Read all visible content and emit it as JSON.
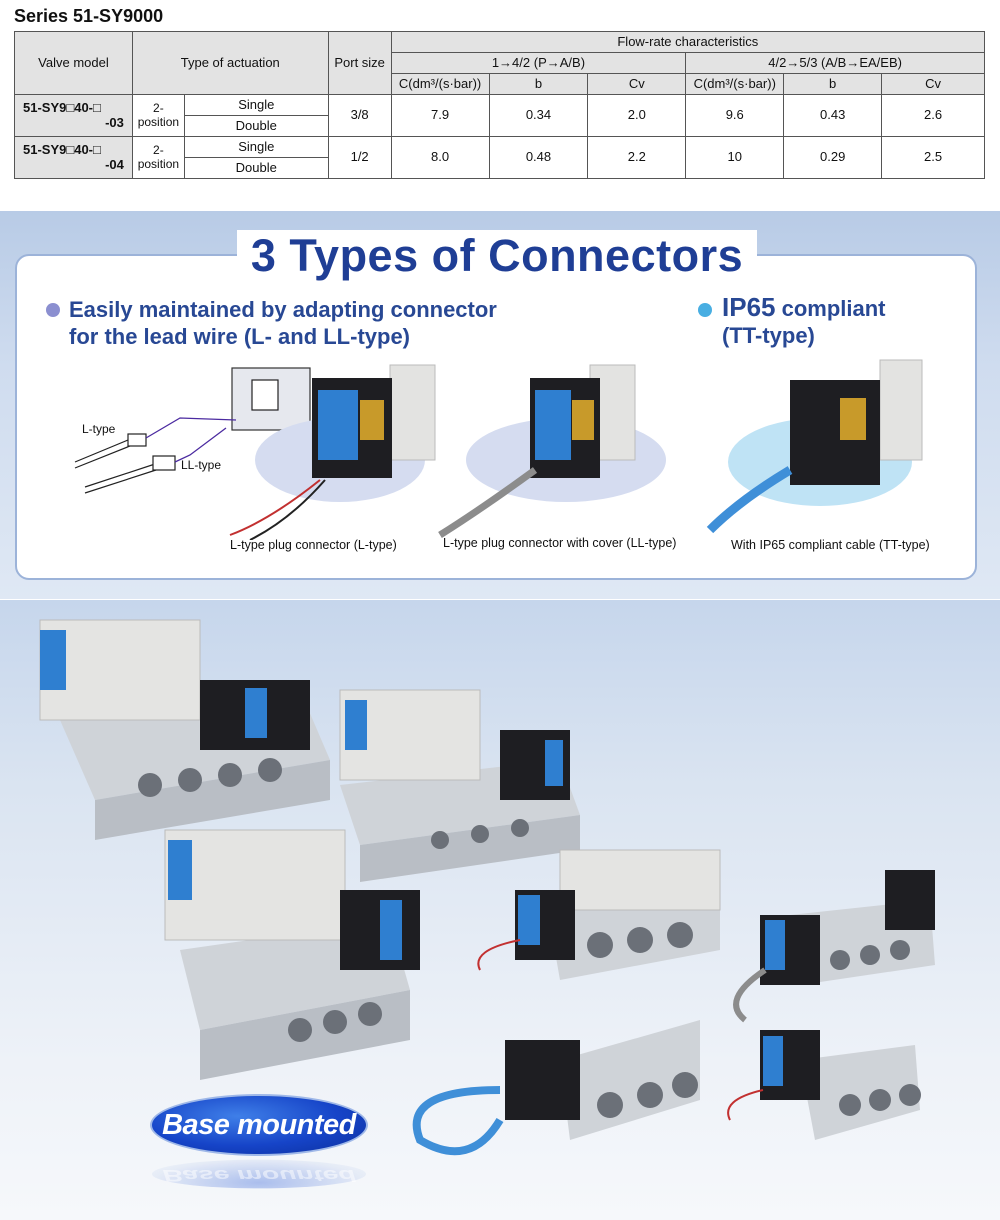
{
  "series_title": "Series 51-SY9000",
  "table": {
    "headers": {
      "valve_model": "Valve model",
      "type_of_actuation": "Type of actuation",
      "port_size": "Port size",
      "flow_rate": "Flow-rate characteristics",
      "group1": "1→4/2 (P→A/B)",
      "group2": "4/2→5/3 (A/B→EA/EB)",
      "c": "C(dm³/(s·bar))",
      "b": "b",
      "cv": "Cv"
    },
    "rows": [
      {
        "model_line1": "51-SY9□40-□",
        "model_line2": "-03",
        "position": "2-\nposition",
        "actuation": [
          "Single",
          "Double"
        ],
        "port": "3/8",
        "c1": "7.9",
        "b1": "0.34",
        "cv1": "2.0",
        "c2": "9.6",
        "b2": "0.43",
        "cv2": "2.6"
      },
      {
        "model_line1": "51-SY9□40-□",
        "model_line2": "-04",
        "position": "2-\nposition",
        "actuation": [
          "Single",
          "Double"
        ],
        "port": "1/2",
        "c1": "8.0",
        "b1": "0.48",
        "cv1": "2.2",
        "c2": "10",
        "b2": "0.29",
        "cv2": "2.5"
      }
    ]
  },
  "connectors": {
    "title": "3 Types of Connectors",
    "left_heading_line1": "Easily maintained by adapting connector",
    "left_heading_line2": "for the lead wire (L- and LL-type)",
    "right_heading_big": "IP65",
    "right_heading_rest": " compliant",
    "right_heading_line2": "(TT-type)",
    "label_l_type": "L-type",
    "label_ll_type": "LL-type",
    "captions": [
      "L-type plug connector (L-type)",
      "L-type plug connector with cover (LL-type)",
      "With IP65 compliant cable (TT-type)"
    ],
    "colors": {
      "accent": "#284894",
      "bullet_left": "#8b8fd0",
      "bullet_right": "#48aee2",
      "connector_blue": "#2f7fd0"
    }
  },
  "badge": {
    "text": "Base mounted"
  }
}
